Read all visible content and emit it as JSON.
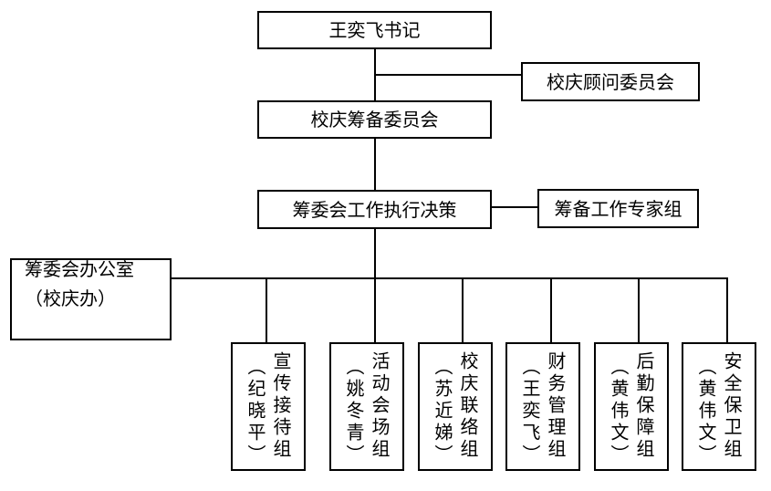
{
  "top": {
    "leader": "王奕飞书记",
    "advisory": "校庆顾问委员会",
    "prep": "校庆筹备委员会",
    "exec": "筹委会工作执行决策",
    "experts": "筹备工作专家组"
  },
  "office": {
    "line1": "筹委会办公室",
    "line2": "（校庆办）"
  },
  "groups": [
    {
      "name": "宣传接待组",
      "owner": "（纪晓平）"
    },
    {
      "name": "活动会场组",
      "owner": "（姚冬青）"
    },
    {
      "name": "校庆联络组",
      "owner": "（苏近娣）"
    },
    {
      "name": "财务管理组",
      "owner": "（王奕飞）"
    },
    {
      "name": "后勤保障组",
      "owner": "（黄伟文）"
    },
    {
      "name": "安全保卫组",
      "owner": "（黄伟文）"
    }
  ]
}
